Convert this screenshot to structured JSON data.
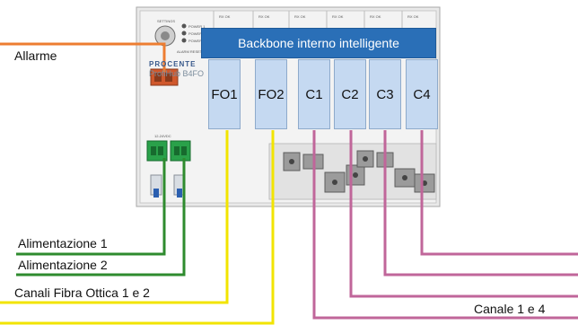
{
  "device": {
    "settings_label": "SETTINGS",
    "alarm_reset_label": "ALARM RESET",
    "brand_text": "PROCENTE",
    "model_text": "ProfiHub B4FO",
    "voltage_label": "12-24VDC",
    "led_labels": [
      "POWER 1",
      "POWER 2",
      "POWER"
    ],
    "channel_labels": [
      "RX OK",
      "RX OK",
      "RX OK",
      "RX OK",
      "RX OK",
      "RX OK"
    ]
  },
  "banner": {
    "text": "Backbone interno intelligente"
  },
  "modules": [
    "FO1",
    "FO2",
    "C1",
    "C2",
    "C3",
    "C4"
  ],
  "labels": {
    "allarme": "Allarme",
    "alim1": "Alimentazione  1",
    "alim2": "Alimentazione  2",
    "fibra": "Canali Fibra Ottica 1 e 2",
    "canale": "Canale 1 e 4"
  },
  "colors": {
    "alarm": "#ed7d31",
    "power": "#2e8b2e",
    "fiber": "#f2e400",
    "channel": "#c0669a",
    "banner": "#2a6fb7",
    "module": "#c5d9f1"
  }
}
